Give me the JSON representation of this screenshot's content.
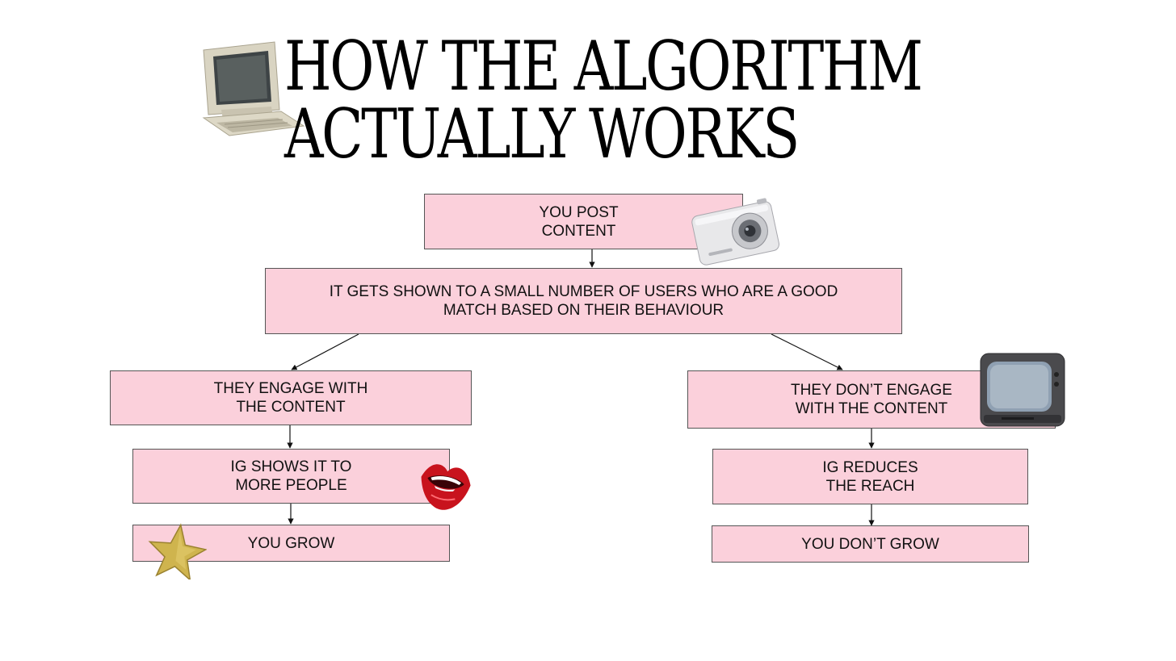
{
  "title": {
    "line1": "HOW THE ALGORITHM",
    "line2": "ACTUALLY WORKS"
  },
  "flowchart": {
    "post": "YOU POST\nCONTENT",
    "shown": "IT GETS SHOWN TO A SMALL  NUMBER OF USERS WHO ARE A GOOD\nMATCH BASED ON THEIR BEHAVIOUR",
    "engage": "THEY ENGAGE WITH\nTHE CONTENT",
    "no_engage": "THEY DON’T ENGAGE\nWITH THE CONTENT",
    "more_people": "IG SHOWS IT TO\nMORE PEOPLE",
    "reduces": "IG REDUCES\nTHE REACH",
    "grow": "YOU GROW",
    "no_grow": "YOU DON’T GROW"
  },
  "stickers": [
    "computer-icon",
    "camera-icon",
    "tv-icon",
    "lips-icon",
    "star-icon"
  ],
  "colors": {
    "box_fill": "#fbd0db",
    "box_border": "#555555",
    "text": "#111111"
  }
}
